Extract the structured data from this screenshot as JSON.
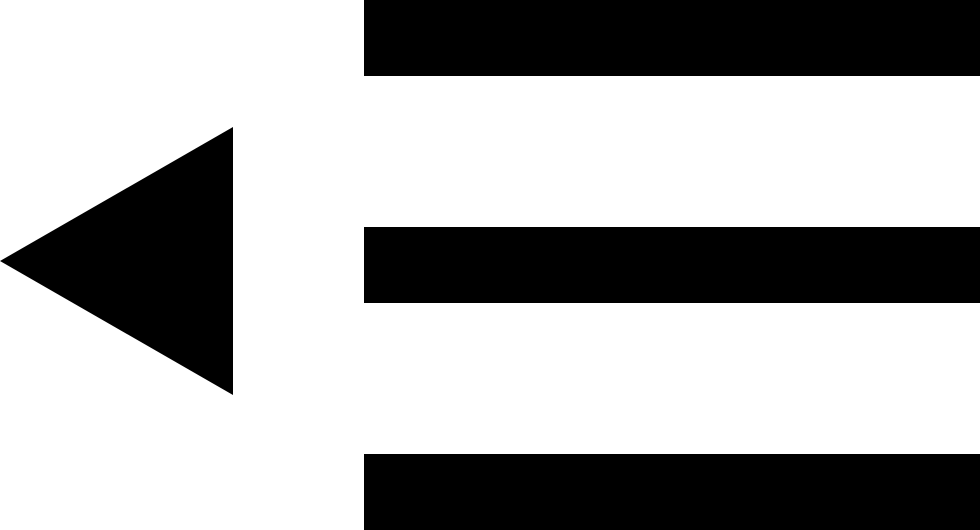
{
  "icon": {
    "name": "collapse-menu-left-icon",
    "parts": {
      "arrow": "left-triangle-arrow",
      "lines": [
        "menu-line-top",
        "menu-line-middle",
        "menu-line-bottom"
      ]
    },
    "colors": {
      "foreground": "#000000",
      "background": "#ffffff"
    }
  }
}
